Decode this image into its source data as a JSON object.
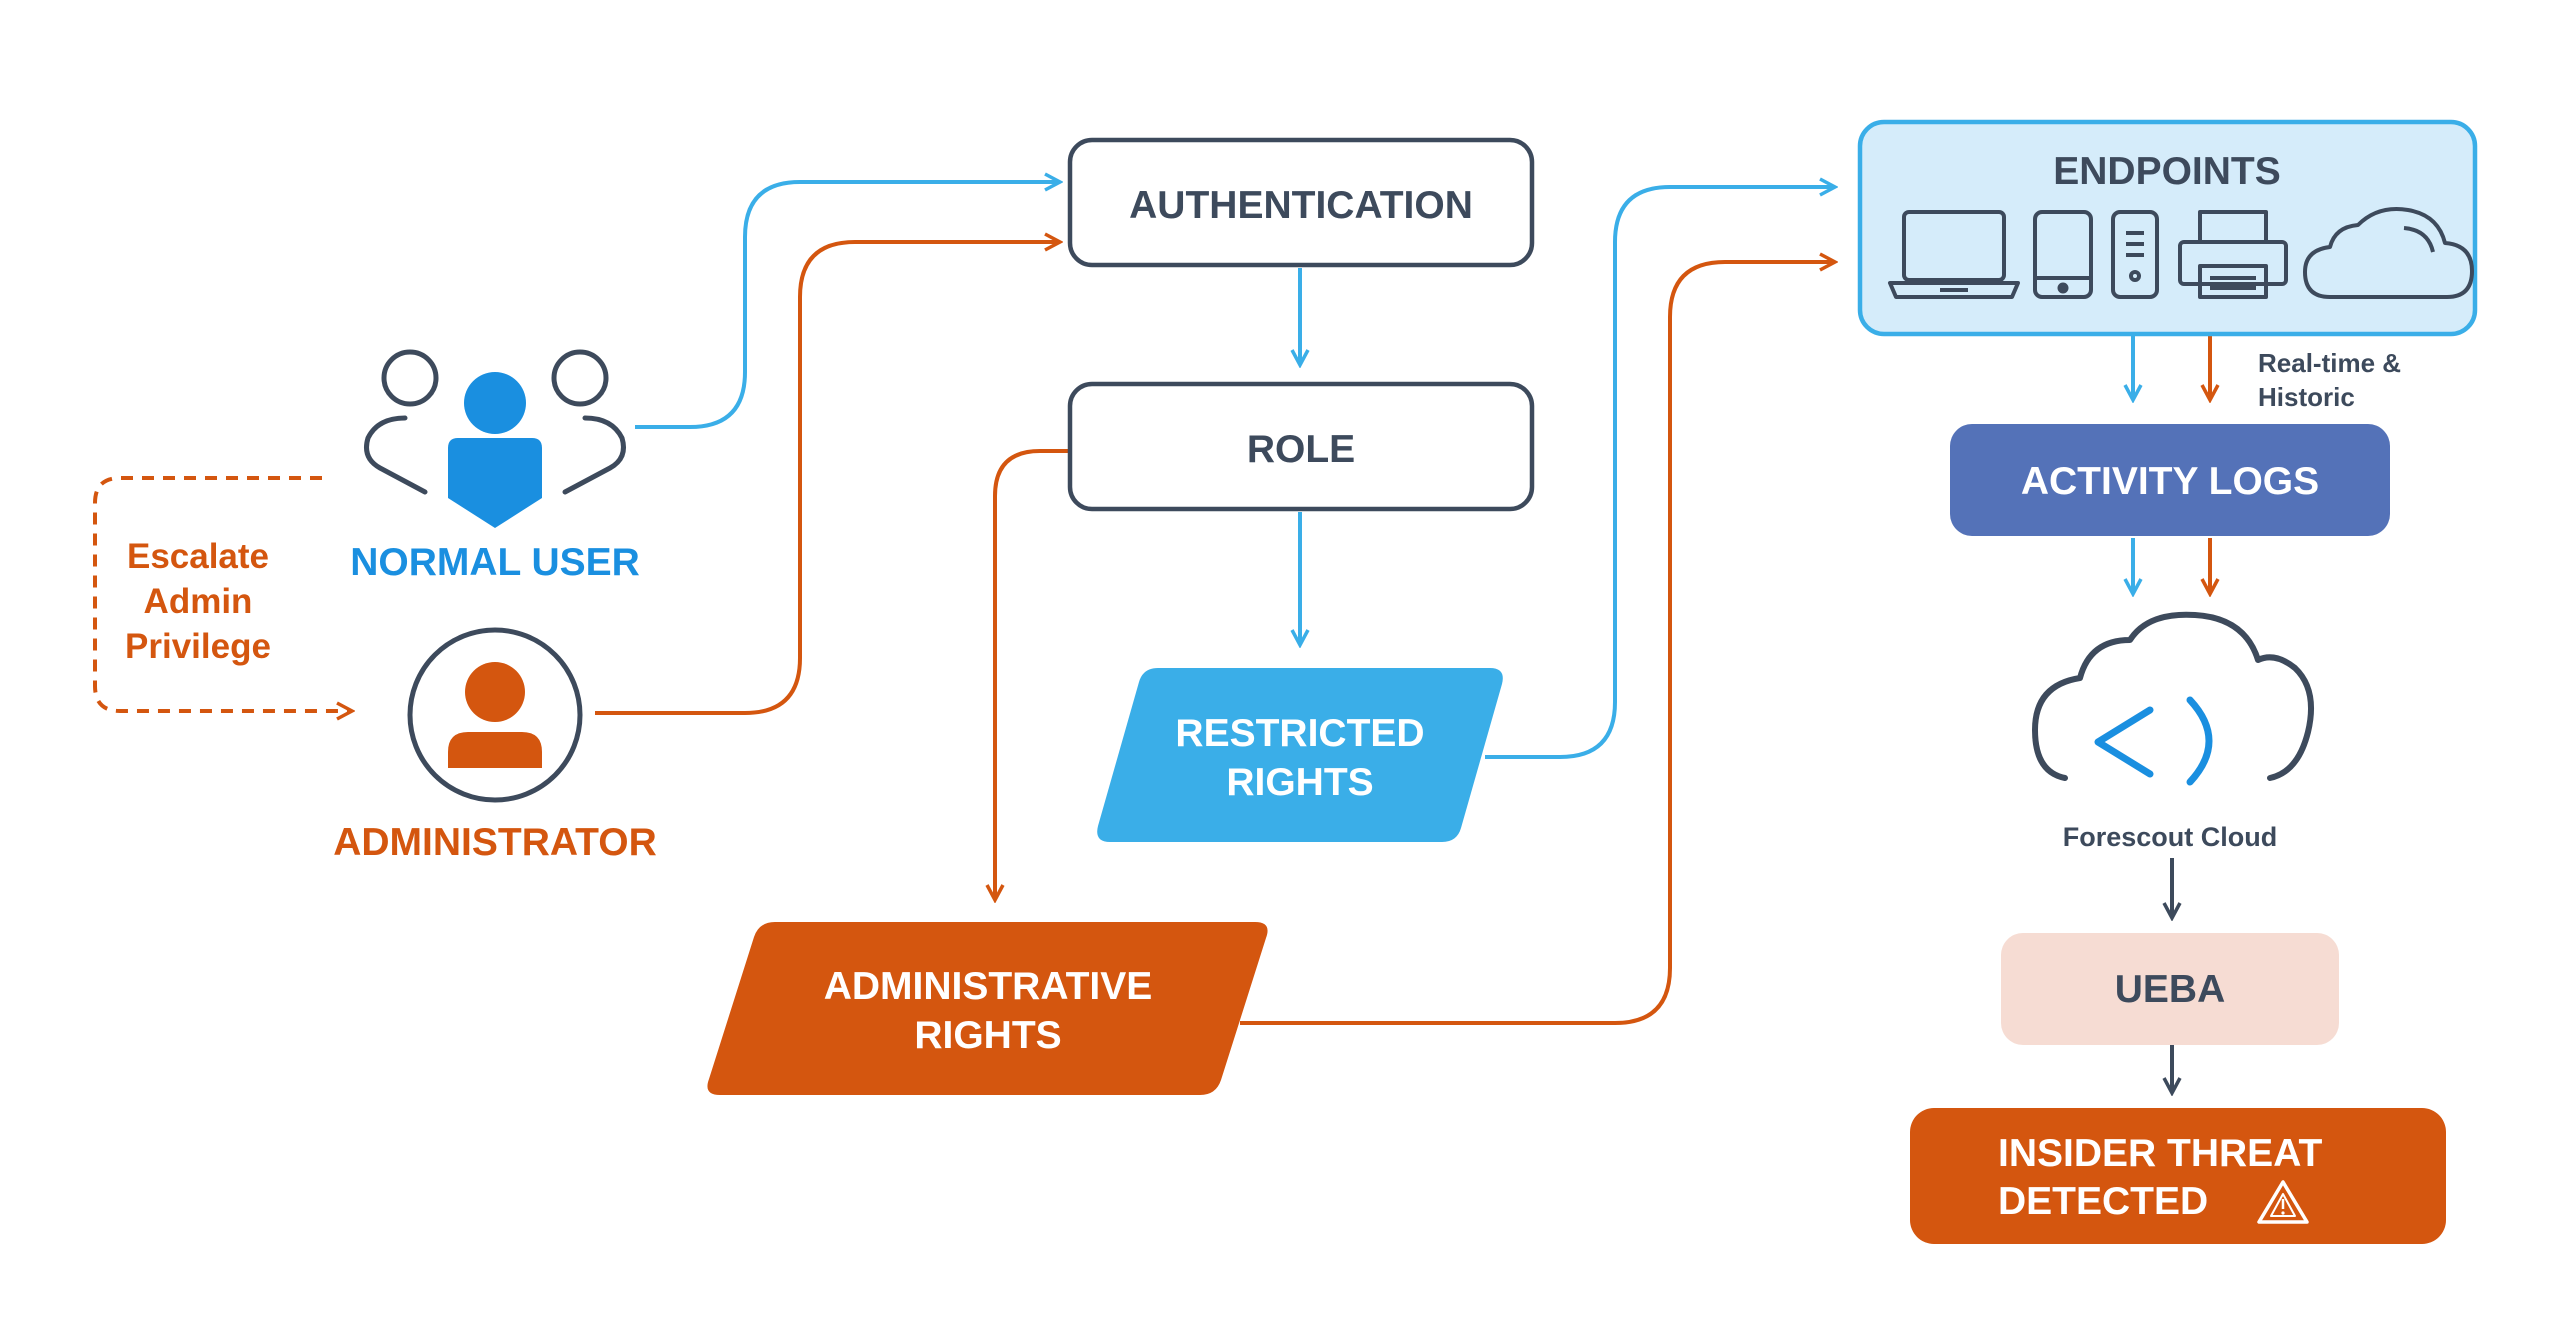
{
  "actors": {
    "normal_user": "NORMAL USER",
    "administrator": "ADMINISTRATOR",
    "escalate": [
      "Escalate",
      "Admin",
      "Privilege"
    ]
  },
  "flow": {
    "authentication": "AUTHENTICATION",
    "role": "ROLE",
    "restricted_rights": [
      "RESTRICTED",
      "RIGHTS"
    ],
    "administrative_rights": [
      "ADMINISTRATIVE",
      "RIGHTS"
    ]
  },
  "pipeline": {
    "endpoints": "ENDPOINTS",
    "endpoint_icons": [
      "laptop-icon",
      "tablet-icon",
      "phone-icon",
      "printer-icon",
      "cloud-icon"
    ],
    "realtime": [
      "Real-time &",
      "Historic"
    ],
    "activity_logs": "ACTIVITY LOGS",
    "cloud_label": "Forescout Cloud",
    "ueba": "UEBA",
    "insider_threat": [
      "INSIDER THREAT",
      "DETECTED"
    ],
    "warning_icon": "warning-icon"
  },
  "colors": {
    "blue": "#3aaee8",
    "orange": "#d4560f",
    "dark": "#3d4a5c",
    "logs": "#5472b8",
    "endpoint_fill": "#d5ecfa",
    "ueba_fill": "#f6dcd3"
  }
}
